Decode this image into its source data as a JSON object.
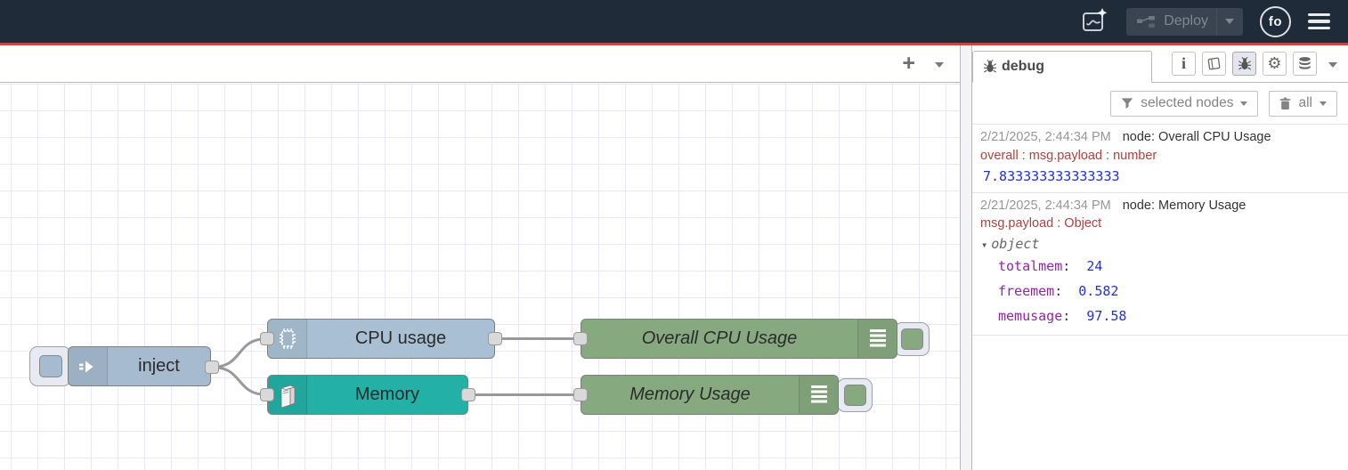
{
  "header": {
    "deploy_label": "Deploy",
    "avatar_initials": "fo"
  },
  "canvas": {
    "add_tab_label": "+",
    "nodes": [
      {
        "label": "inject",
        "color": "#a6bbcf"
      },
      {
        "label": "CPU usage",
        "color": "#a9c0d4"
      },
      {
        "label": "Memory",
        "color": "#23b0a7"
      },
      {
        "label": "Overall CPU Usage",
        "color": "#87a980"
      },
      {
        "label": "Memory Usage",
        "color": "#87a980"
      }
    ]
  },
  "sidebar": {
    "tab_label": "debug",
    "toolbar": {
      "filter_label": "selected nodes",
      "clear_label": "all"
    },
    "messages": [
      {
        "timestamp": "2/21/2025, 2:44:34 PM",
        "source": "node: Overall CPU Usage",
        "meta": "overall : msg.payload : number",
        "value": "7.833333333333333"
      },
      {
        "timestamp": "2/21/2025, 2:44:34 PM",
        "source": "node: Memory Usage",
        "meta": "msg.payload : Object",
        "object_label": "object",
        "properties": [
          {
            "key": "totalmem",
            "value": "24"
          },
          {
            "key": "freemem",
            "value": "0.582"
          },
          {
            "key": "memusage",
            "value": "97.58"
          }
        ]
      }
    ]
  },
  "colors": {
    "header_bg": "#202b3a",
    "accent_red": "#c9463f",
    "wire": "#999999",
    "debug_meta_red": "#a94440",
    "debug_value_blue": "#2331cf",
    "debug_key_purple": "#9026a5"
  }
}
